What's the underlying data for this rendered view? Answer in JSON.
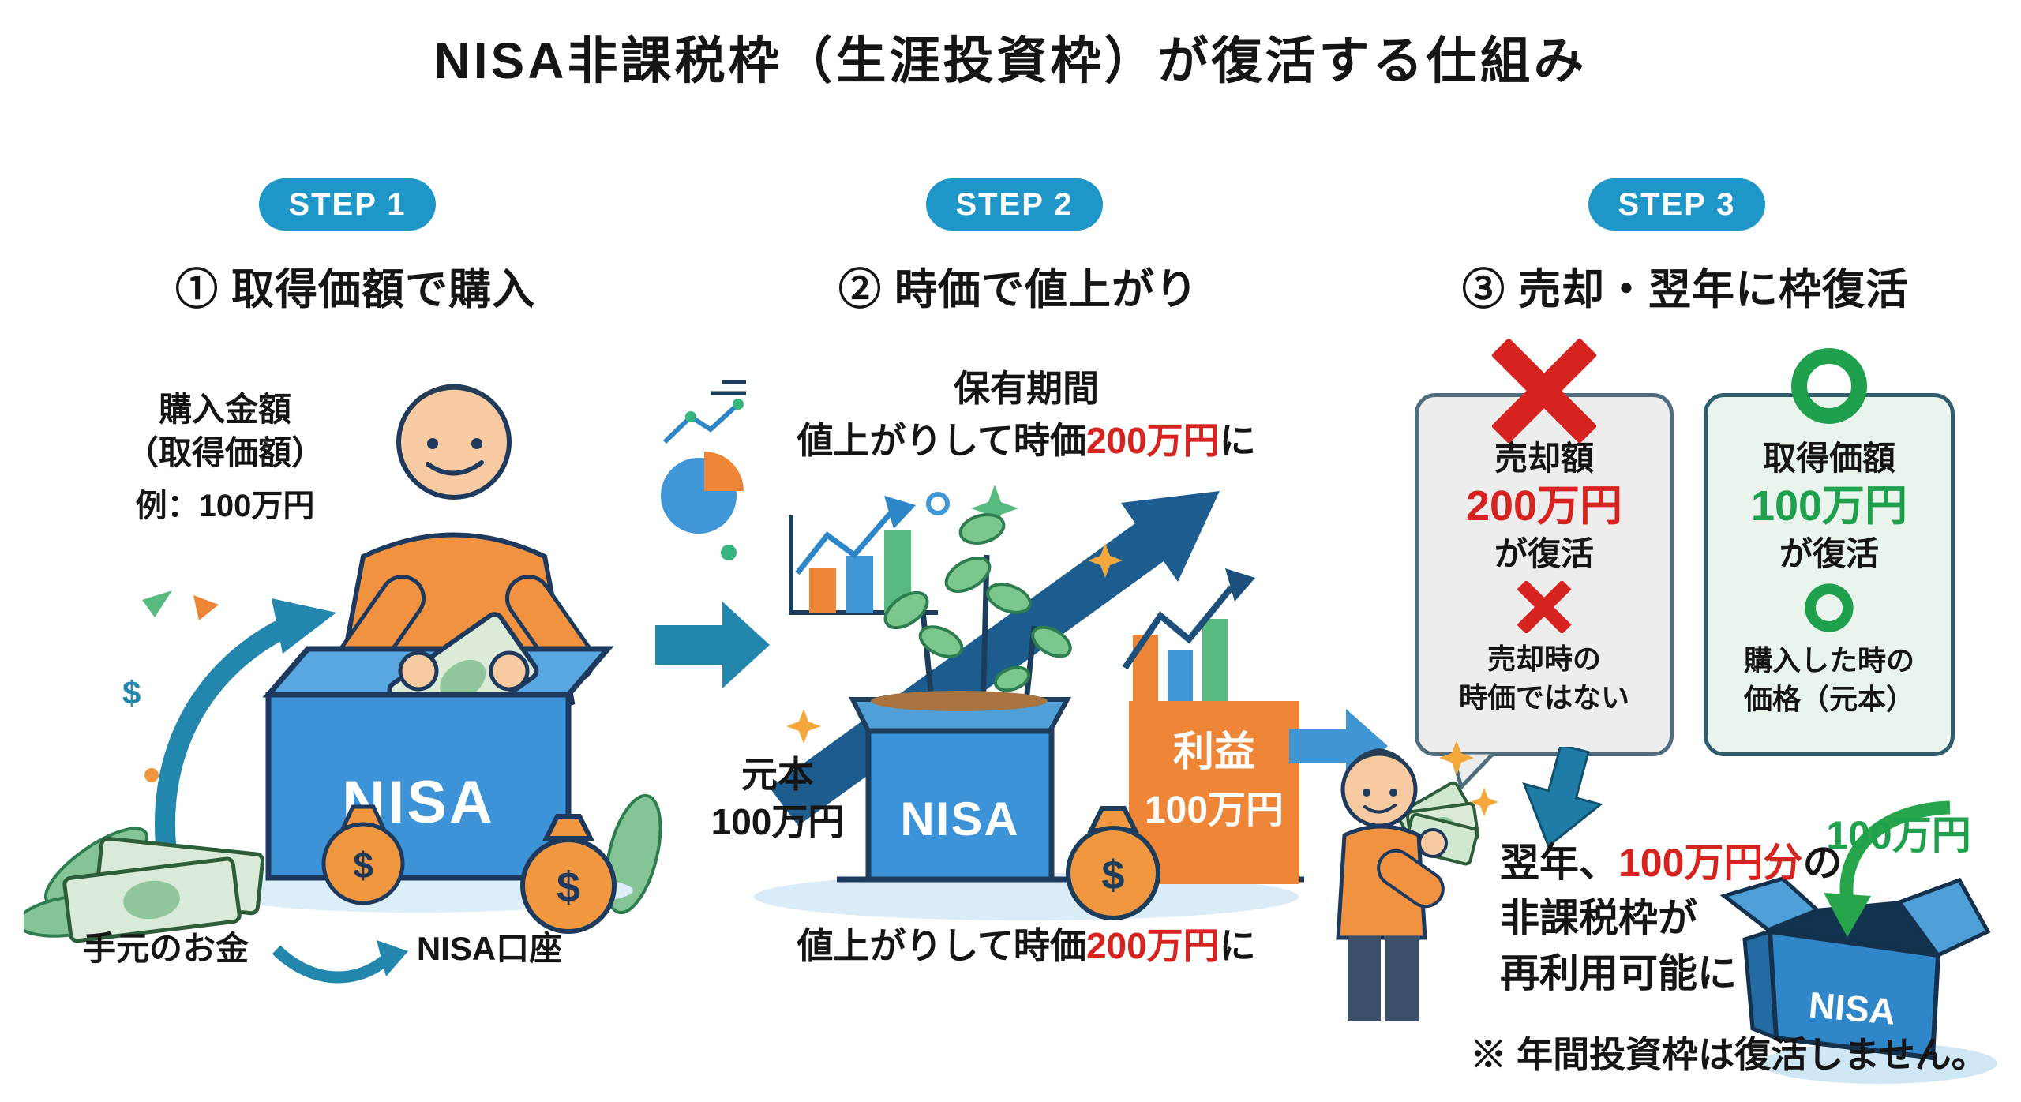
{
  "title": "NISA非課税枠（生涯投資枠）が復活する仕組み",
  "colors": {
    "badge_blue": "#1e97c8",
    "accent_red": "#d7231f",
    "accent_green": "#1fa04c",
    "nisa_blue": "#3d93d8",
    "profit_orange": "#ef8637",
    "arrow_teal": "#2387ad",
    "dark_outline": "#1d3a5e"
  },
  "icons": {
    "cross": "✕",
    "circle": "○",
    "dollar": "$"
  },
  "step1": {
    "badge": "STEP 1",
    "heading": "① 取得価額で購入",
    "purchase_line1": "購入金額",
    "purchase_line2": "（取得価額）",
    "purchase_example": "例：100万円",
    "box_label": "NISA",
    "cash_label": "手元のお金",
    "account_label": "NISA口座"
  },
  "step2": {
    "badge": "STEP 2",
    "heading": "② 時価で値上がり",
    "holding_period": "保有期間",
    "rise_top": {
      "prefix": "値上がりして時価",
      "amount": "200万円",
      "suffix": "に"
    },
    "principal_label": "元本",
    "principal_amount": "100万円",
    "box_label": "NISA",
    "profit_label": "利益",
    "profit_amount": "100万円",
    "rise_bottom": {
      "prefix": "値上がりして時価",
      "amount": "200万円",
      "suffix": "に"
    }
  },
  "step3": {
    "badge": "STEP 3",
    "heading": "③ 売却・翌年に枠復活",
    "ng_panel": {
      "title": "売却額",
      "amount": "200万円",
      "revive": "が復活",
      "note_line1": "売却時の",
      "note_line2": "時価ではない"
    },
    "ok_panel": {
      "title": "取得価額",
      "amount": "100万円",
      "revive": "が復活",
      "note_line1": "購入した時の",
      "note_line2": "価格（元本）"
    },
    "next_year": {
      "prefix": "翌年、",
      "highlight": "100万円分",
      "suffix": "の",
      "line2": "非課税枠が",
      "line3": "再利用可能に"
    },
    "revived_amount": "100万円",
    "box_label": "NISA",
    "footnote": "※ 年間投資枠は復活しません。"
  }
}
